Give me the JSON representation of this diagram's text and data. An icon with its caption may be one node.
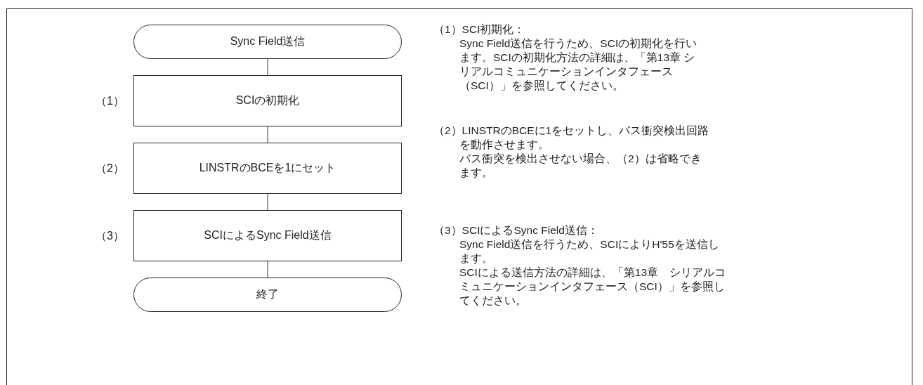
{
  "diagram": {
    "nodes": [
      {
        "text": [
          "Sync Field送信"
        ]
      },
      {
        "text": [
          "SCIの初期化"
        ]
      },
      {
        "text": [
          "LINSTRのBCEを1にセット"
        ]
      },
      {
        "text": [
          "SCIによるSync Field送信"
        ]
      },
      {
        "text": [
          "終了"
        ]
      }
    ],
    "edges": [
      {
        "from": 0,
        "to": 1,
        "arrow": "none"
      },
      {
        "from": 1,
        "to": 2,
        "arrow": "none"
      },
      {
        "from": 2,
        "to": 3,
        "arrow": "none"
      },
      {
        "from": 3,
        "to": 4,
        "arrow": "none"
      }
    ],
    "labels": [
      "（1）",
      "（2）",
      "（3）",
      "（1）SCI初期化：",
      "Sync Field送信を行うため、SCIの初期化を行います。SCIの初期化方法の詳細は、「第13章 シリアルコミュニケーションインタフェース（SCI）」を参照してください。",
      "（2）LINSTRのBCEに1をセットし、バス衝突検出回路を動作させます。",
      "バス衝突を検出させない場合、（2）は省略できます。",
      "（3）SCIによるSync Field送信：",
      "Sync Field送信を行うため、SCIによりH'55を送信します。",
      "SCIによる送信方法の詳細は、「第13章　シリアルコミュニケーションインタフェース（SCI）」を参照してください。"
    ]
  }
}
